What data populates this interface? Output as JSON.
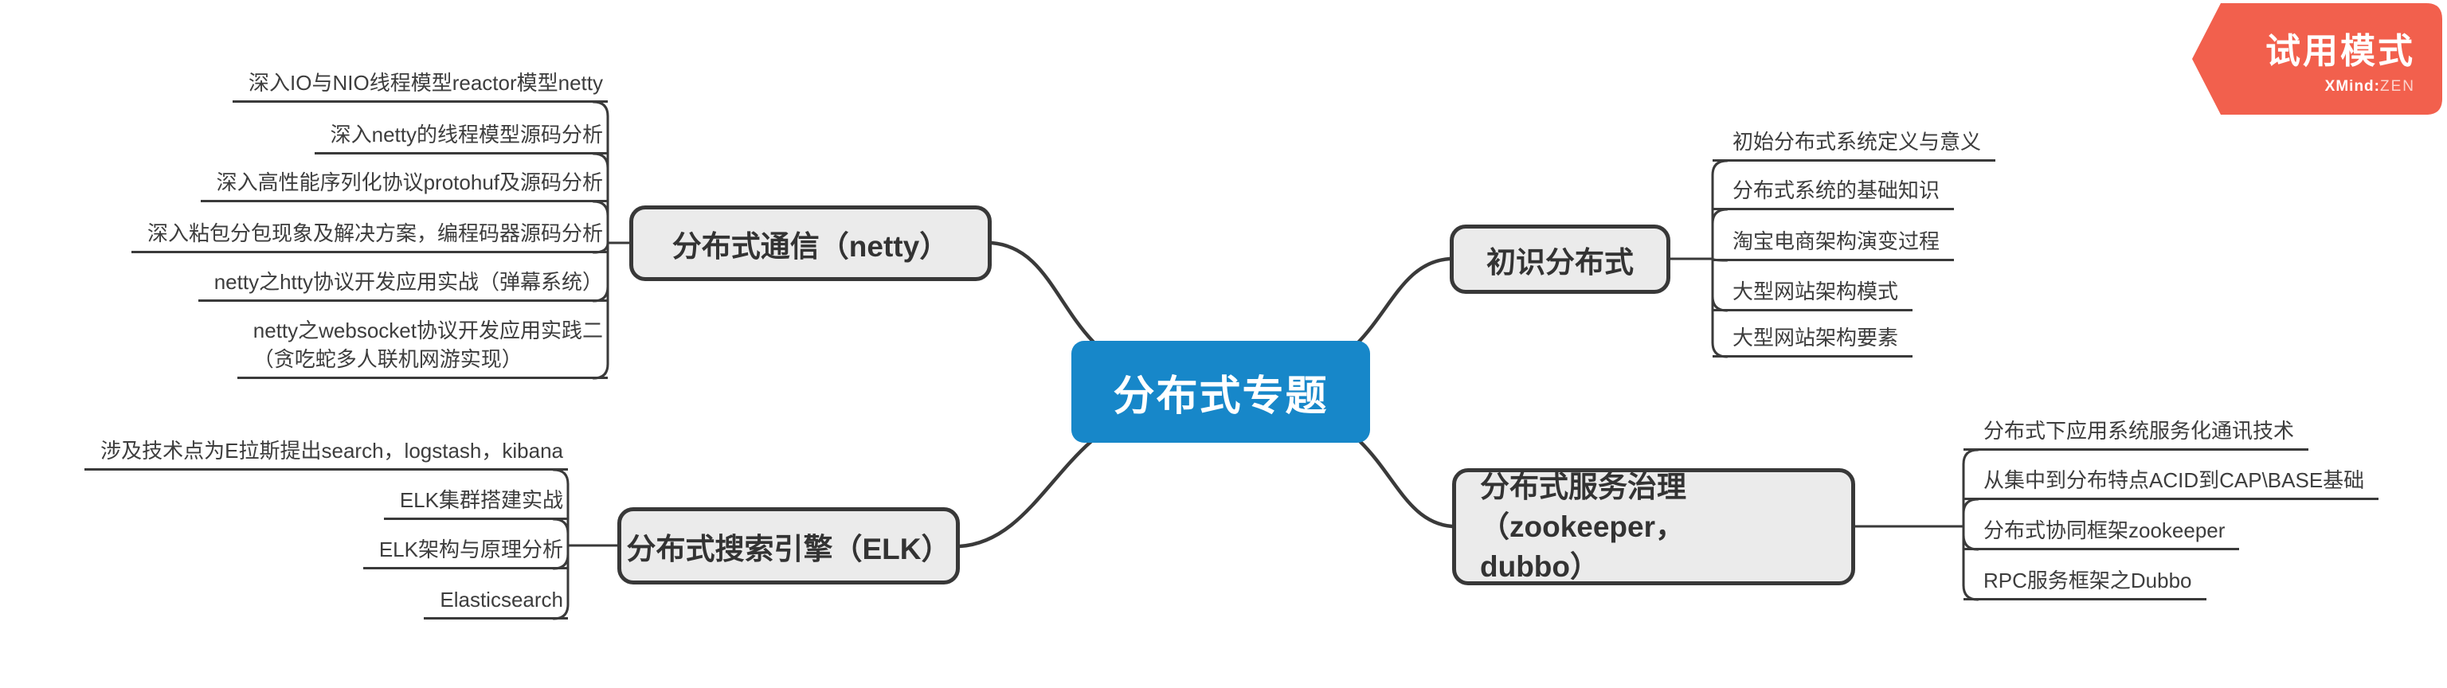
{
  "badge": {
    "title": "试用模式",
    "brand_bold": "XMind:",
    "brand_light": "ZEN",
    "color": "#F2604D"
  },
  "colors": {
    "root_bg": "#1787C9",
    "branch_bg": "#EBEBEB",
    "line": "#3A3A3A"
  },
  "root": {
    "label": "分布式专题"
  },
  "branches": [
    {
      "label": "分布式通信（netty）",
      "side": "left",
      "children": [
        "深入IO与NIO线程模型reactor模型netty",
        "深入netty的线程模型源码分析",
        "深入高性能序列化协议protohuf及源码分析",
        "深入粘包分包现象及解决方案，编程码器源码分析",
        "netty之htty协议开发应用实战（弹幕系统）",
        "netty之websocket协议开发应用实践二\n（贪吃蛇多人联机网游实现）"
      ]
    },
    {
      "label": "分布式搜索引擎（ELK）",
      "side": "left",
      "children": [
        "涉及技术点为E拉斯提出search，logstash，kibana",
        "ELK集群搭建实战",
        "ELK架构与原理分析",
        "Elasticsearch"
      ]
    },
    {
      "label": "初识分布式",
      "side": "right",
      "children": [
        "初始分布式系统定义与意义",
        "分布式系统的基础知识",
        "淘宝电商架构演变过程",
        "大型网站架构模式",
        "大型网站架构要素"
      ]
    },
    {
      "label": "分布式服务治理（zookeeper，\ndubbo）",
      "side": "right",
      "children": [
        "分布式下应用系统服务化通讯技术",
        "从集中到分布特点ACID到CAP\\BASE基础",
        "分布式协同框架zookeeper",
        "RPC服务框架之Dubbo"
      ]
    }
  ]
}
